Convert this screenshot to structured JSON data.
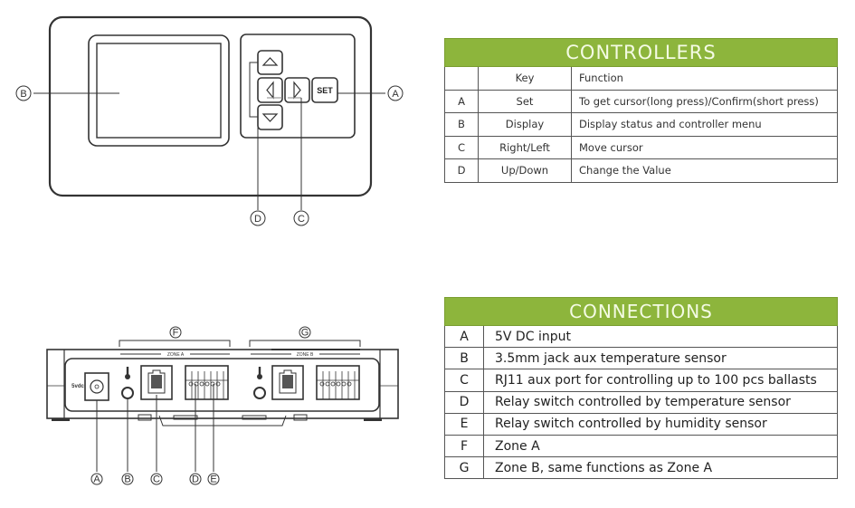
{
  "controllers": {
    "title": "CONTROLLERS",
    "headers": [
      "",
      "Key",
      "Function"
    ],
    "rows": [
      {
        "id": "A",
        "key": "Set",
        "function": "To get cursor(long press)/Confirm(short press)"
      },
      {
        "id": "B",
        "key": "Display",
        "function": "Display status and controller menu"
      },
      {
        "id": "C",
        "key": "Right/Left",
        "function": "Move cursor"
      },
      {
        "id": "D",
        "key": "Up/Down",
        "function": "Change the Value"
      }
    ]
  },
  "connections": {
    "title": "CONNECTIONS",
    "rows": [
      {
        "id": "A",
        "desc": "5V DC input"
      },
      {
        "id": "B",
        "desc": "3.5mm jack aux temperature sensor"
      },
      {
        "id": "C",
        "desc": "RJ11 aux port for controlling up to 100 pcs ballasts"
      },
      {
        "id": "D",
        "desc": "Relay switch controlled by temperature sensor"
      },
      {
        "id": "E",
        "desc": "Relay switch controlled by humidity sensor"
      },
      {
        "id": "F",
        "desc": "Zone A"
      },
      {
        "id": "G",
        "desc": "Zone B, same functions as Zone A"
      }
    ]
  },
  "front_panel": {
    "set_button": "SET",
    "callouts": {
      "display": "B",
      "set": "A",
      "up_down": "D",
      "right_left": "C"
    }
  },
  "back_panel": {
    "power_label": "5vdc",
    "zone_a_label": "ZONE A",
    "zone_b_label": "ZONE B",
    "zone_a_callout": "F",
    "zone_b_callout": "G",
    "callouts": [
      "A",
      "B",
      "C",
      "D",
      "E"
    ]
  },
  "colors": {
    "header_green": "#8db53c",
    "line": "#333333"
  }
}
